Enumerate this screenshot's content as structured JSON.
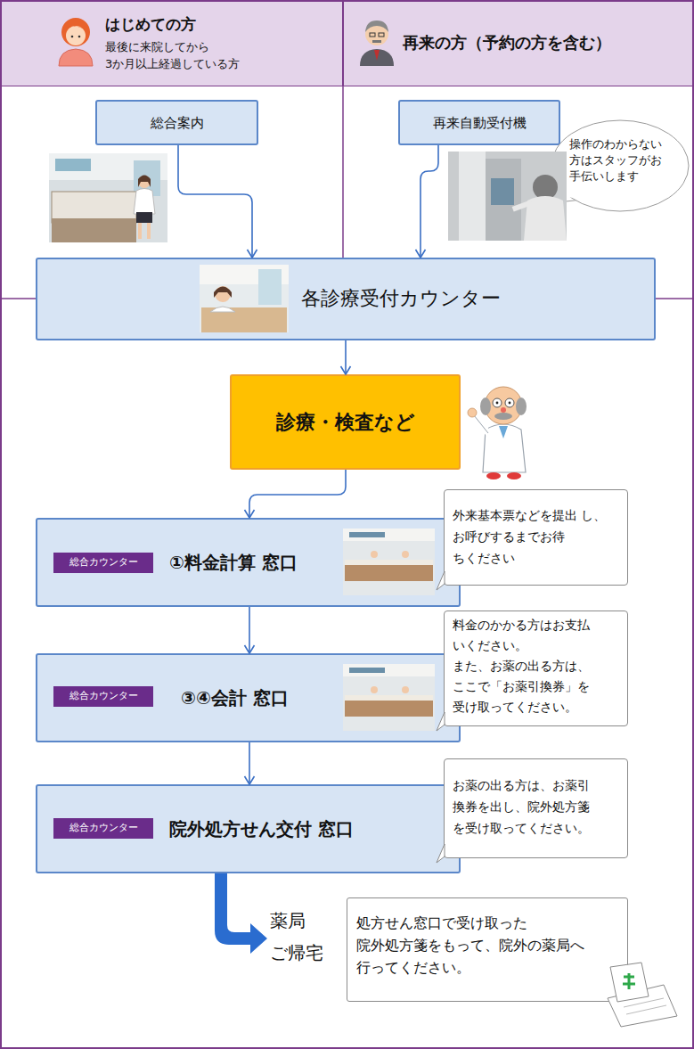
{
  "diagram": {
    "nodes": [
      {
        "text": [
          "はじめての方",
          "最後に来院してから 3か月以上経過している方"
        ]
      },
      {
        "text": [
          "再来の方（予約の方を含む）"
        ]
      },
      {
        "text": [
          "総合案内"
        ]
      },
      {
        "text": [
          "再来自動受付機"
        ]
      },
      {
        "text": [
          "操作のわからない 方はスタッフがお 手伝いします"
        ]
      },
      {
        "text": [
          "各診療受付カウンター"
        ]
      },
      {
        "text": [
          "診療・検査など"
        ]
      },
      {
        "text": [
          "①料金計算 窓口"
        ]
      },
      {
        "text": [
          "総合カウンター"
        ],
        "in": 7
      },
      {
        "text": [
          "外来基本票などを提出 し、お呼びするまでお待 ちください"
        ]
      },
      {
        "text": [
          "③④会計 窓口"
        ]
      },
      {
        "text": [
          "総合カウンター"
        ],
        "in": 10
      },
      {
        "text": [
          "料金のかかる方はお支払 いください。",
          "また、お薬の出る方は、 ここで「お薬引換券」を 受け取ってください。"
        ]
      },
      {
        "text": [
          "院外処方せん交付 窓口"
        ]
      },
      {
        "text": [
          "総合カウンター"
        ],
        "in": 13
      },
      {
        "text": [
          "お薬の出る方は、お薬引 換券を出し、院外処方箋 を受け取ってください。"
        ]
      },
      {
        "text": [
          "処方せん窓口で受け取った 院外処方箋をもって、院外の薬局へ 行ってください。"
        ]
      }
    ],
    "edges": [
      {
        "from": 2,
        "to": 5,
        "arrow": "to"
      },
      {
        "from": 3,
        "to": 5,
        "arrow": "to"
      },
      {
        "from": 5,
        "to": 6,
        "arrow": "to"
      },
      {
        "from": 6,
        "to": 7,
        "arrow": "to"
      },
      {
        "from": 7,
        "to": 10,
        "arrow": "to"
      },
      {
        "from": 10,
        "to": 13,
        "arrow": "to"
      }
    ],
    "labels": [
      "薬局 ご帰宅"
    ]
  }
}
